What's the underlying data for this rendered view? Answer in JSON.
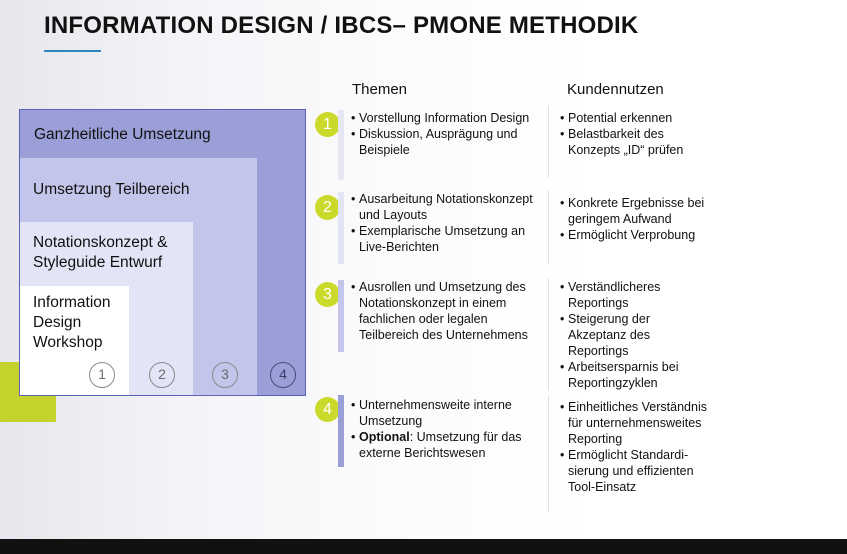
{
  "title": "INFORMATION DESIGN / IBCS– PMONE METHODIK",
  "stack": {
    "layers": [
      {
        "num": "1",
        "label": "Information Design Workshop"
      },
      {
        "num": "2",
        "label": "Notationskonzept & Styleguide Entwurf"
      },
      {
        "num": "3",
        "label": "Umsetzung Teilbereich"
      },
      {
        "num": "4",
        "label": "Ganzheitliche Umsetzung"
      }
    ]
  },
  "columns": {
    "themen": "Themen",
    "kundennutzen": "Kundennutzen"
  },
  "rows": [
    {
      "num": "1",
      "themen": [
        "Vorstellung Information Design",
        "Diskussion, Ausprägung und Beispiele"
      ],
      "nutzen": [
        "Potential erkennen",
        "Belastbarkeit des Konzepts „ID“ prüfen"
      ]
    },
    {
      "num": "2",
      "themen": [
        "Ausarbeitung Notationskonzept und Layouts",
        "Exemplarische Umsetzung an Live-Berichten"
      ],
      "nutzen": [
        "Konkrete Ergebnisse bei geringem Aufwand",
        "Ermöglicht Verprobung"
      ]
    },
    {
      "num": "3",
      "themen": [
        "Ausrollen und Umsetzung des Notationskonzept in einem fachlichen oder legalen Teilbereich des Unternehmens"
      ],
      "nutzen": [
        "Verständlicheres Reportings",
        "Steigerung der Akzeptanz des Reportings",
        "Arbeitsersparnis bei Reportingzyklen"
      ]
    },
    {
      "num": "4",
      "themen": [
        "Unternehmensweite interne Umsetzung"
      ],
      "themen_optional_label": "Optional",
      "themen_optional_text": ": Umsetzung für das externe Berichtswesen",
      "nutzen": [
        "Einheitliches Verständnis für unternehmensweites Reporting",
        "Ermöglicht Standardi-sierung und effizienten Tool-Einsatz"
      ]
    }
  ],
  "colors": {
    "accent_lime": "#cbd92a",
    "accent_blue": "#2e86c1",
    "stack_dark": "#9a9fd8",
    "stack_mid": "#c3c6ea",
    "stack_light": "#e3e4f5"
  }
}
